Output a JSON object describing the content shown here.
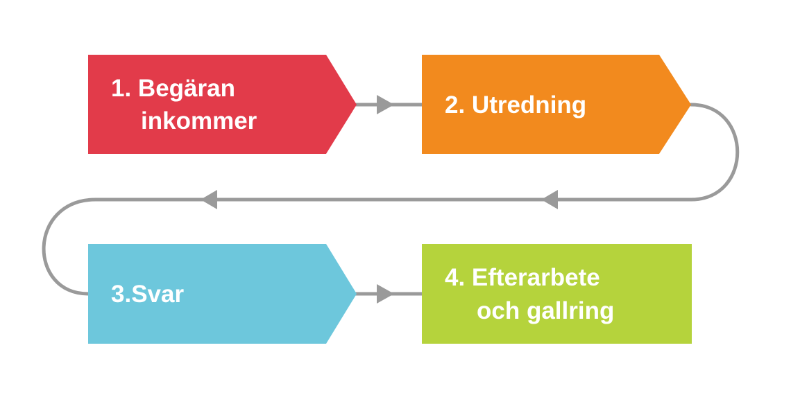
{
  "colors": {
    "background": "#ffffff",
    "connector": "#9a9a9a",
    "step1": "#e23b4a",
    "step2": "#f28a1e",
    "step3": "#6dc7dc",
    "step4": "#b5d33c",
    "text": "#ffffff"
  },
  "steps": [
    {
      "id": "step1",
      "lines": [
        "1. Begäran",
        "inkommer"
      ],
      "color_key": "step1"
    },
    {
      "id": "step2",
      "lines": [
        "2. Utredning"
      ],
      "color_key": "step2"
    },
    {
      "id": "step3",
      "lines": [
        "3.Svar"
      ],
      "color_key": "step3"
    },
    {
      "id": "step4",
      "lines": [
        "4. Efterarbete",
        "och gallring"
      ],
      "color_key": "step4"
    }
  ]
}
